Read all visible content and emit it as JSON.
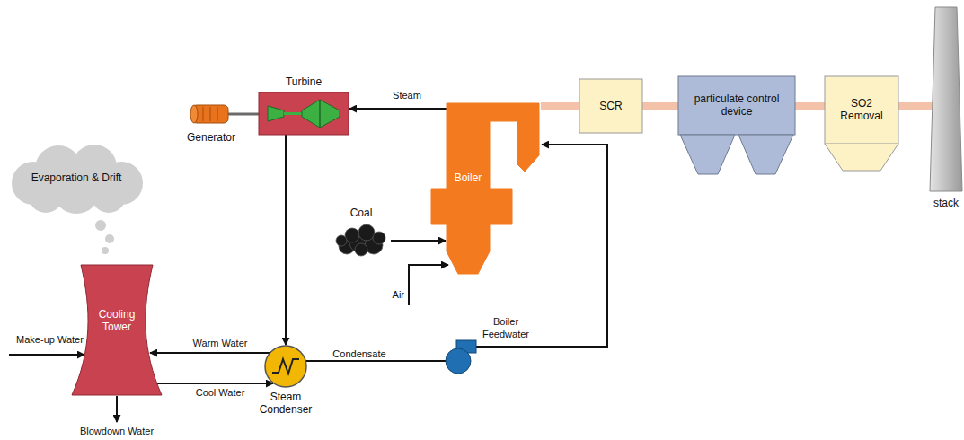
{
  "diagram": {
    "nodes": [
      {
        "text": [
          "Turbine"
        ]
      },
      {
        "text": [
          "Generator"
        ]
      },
      {
        "text": [
          "Boiler"
        ]
      },
      {
        "text": [
          "SCR"
        ]
      },
      {
        "text": [
          "particulate control device"
        ]
      },
      {
        "text": [
          "SO2 Removal"
        ]
      },
      {
        "text": [
          "stack"
        ]
      },
      {
        "text": [
          "Evaporation & Drift"
        ]
      },
      {
        "text": [
          "Cooling Tower"
        ]
      },
      {
        "text": [
          "Steam Condenser"
        ]
      },
      {
        "text": [
          "Coal"
        ]
      }
    ],
    "edges": [
      {
        "from": 2,
        "to": 0,
        "label": "Steam",
        "arrow": "to"
      },
      {
        "from": 0,
        "to": 1,
        "arrow": "none"
      },
      {
        "from": 0,
        "to": 9,
        "arrow": "to"
      },
      {
        "from": 9,
        "to": 8,
        "label": "Warm Water",
        "arrow": "to"
      },
      {
        "from": 8,
        "to": 9,
        "label": "Cool Water",
        "arrow": "to"
      },
      {
        "from": 9,
        "to": 2,
        "label": "Condensate",
        "arrow": "to"
      },
      {
        "from": 10,
        "to": 2,
        "arrow": "to"
      },
      {
        "from": 2,
        "to": 3,
        "arrow": "none"
      },
      {
        "from": 3,
        "to": 4,
        "arrow": "none"
      },
      {
        "from": 4,
        "to": 5,
        "arrow": "none"
      },
      {
        "from": 5,
        "to": 6,
        "arrow": "none"
      }
    ],
    "labels": [
      "Air",
      "Make-up Water",
      "Blowdown Water",
      "Boiler Feedwater"
    ]
  }
}
